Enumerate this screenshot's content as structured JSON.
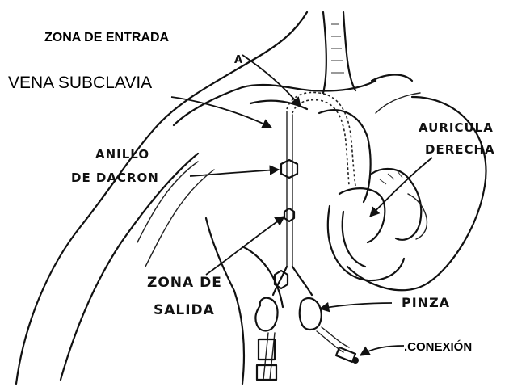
{
  "labels": {
    "zona_entrada": "ZONA DE ENTRADA",
    "vena_subclavia": "VENA SUBCLAVIA",
    "marker_a": "A",
    "auricula_line1": "AURICULA",
    "auricula_line2": "DERECHA",
    "anillo_line1": "ANILLO",
    "anillo_line2": "DE DACRON",
    "zona_salida_line1": "ZONA DE",
    "zona_salida_line2": "SALIDA",
    "pinza": "PINZA",
    "conexion": ".CONEXIÓN"
  }
}
